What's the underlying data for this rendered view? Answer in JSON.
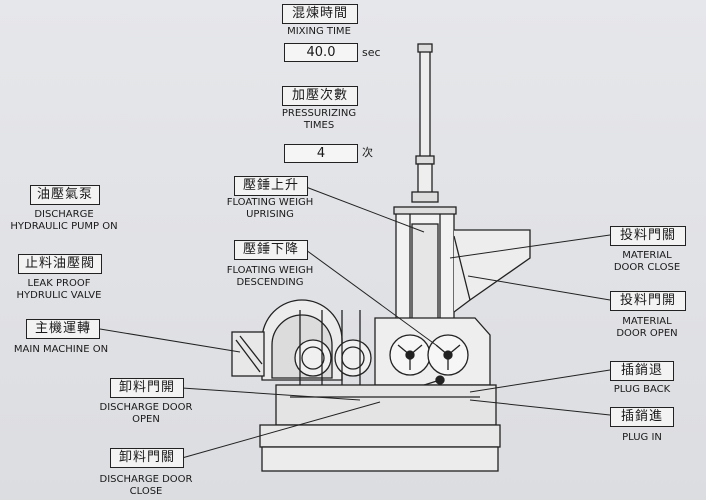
{
  "mixing": {
    "zh": "混煉時間",
    "en": "MIXING TIME",
    "value": "40.0",
    "unit": "sec"
  },
  "pressurizing": {
    "zh": "加壓次數",
    "en1": "PRESSURIZING",
    "en2": "TIMES",
    "value": "4",
    "unit": "次"
  },
  "hyd_pump": {
    "zh": "油壓氣泵",
    "en1": "DISCHARGE",
    "en2": "HYDRAULIC PUMP ON"
  },
  "leak_valve": {
    "zh": "止料油壓閥",
    "en1": "LEAK PROOF",
    "en2": "HYDRULIC VALVE"
  },
  "main_machine": {
    "zh": "主機運轉",
    "en": "MAIN MACHINE ON"
  },
  "float_up": {
    "zh": "壓錘上升",
    "en1": "FLOATING WEIGH",
    "en2": "UPRISING"
  },
  "float_down": {
    "zh": "壓錘下降",
    "en1": "FLOATING WEIGH",
    "en2": "DESCENDING"
  },
  "discharge_open": {
    "zh": "卸料門開",
    "en1": "DISCHARGE DOOR",
    "en2": "OPEN"
  },
  "discharge_close": {
    "zh": "卸料門關",
    "en1": "DISCHARGE DOOR",
    "en2": "CLOSE"
  },
  "material_close": {
    "zh": "投料門關",
    "en1": "MATERIAL",
    "en2": "DOOR CLOSE"
  },
  "material_open": {
    "zh": "投料門開",
    "en1": "MATERIAL",
    "en2": "DOOR OPEN"
  },
  "plug_back": {
    "zh": "插銷退",
    "en": "PLUG BACK"
  },
  "plug_in": {
    "zh": "插銷進",
    "en": "PLUG IN"
  }
}
